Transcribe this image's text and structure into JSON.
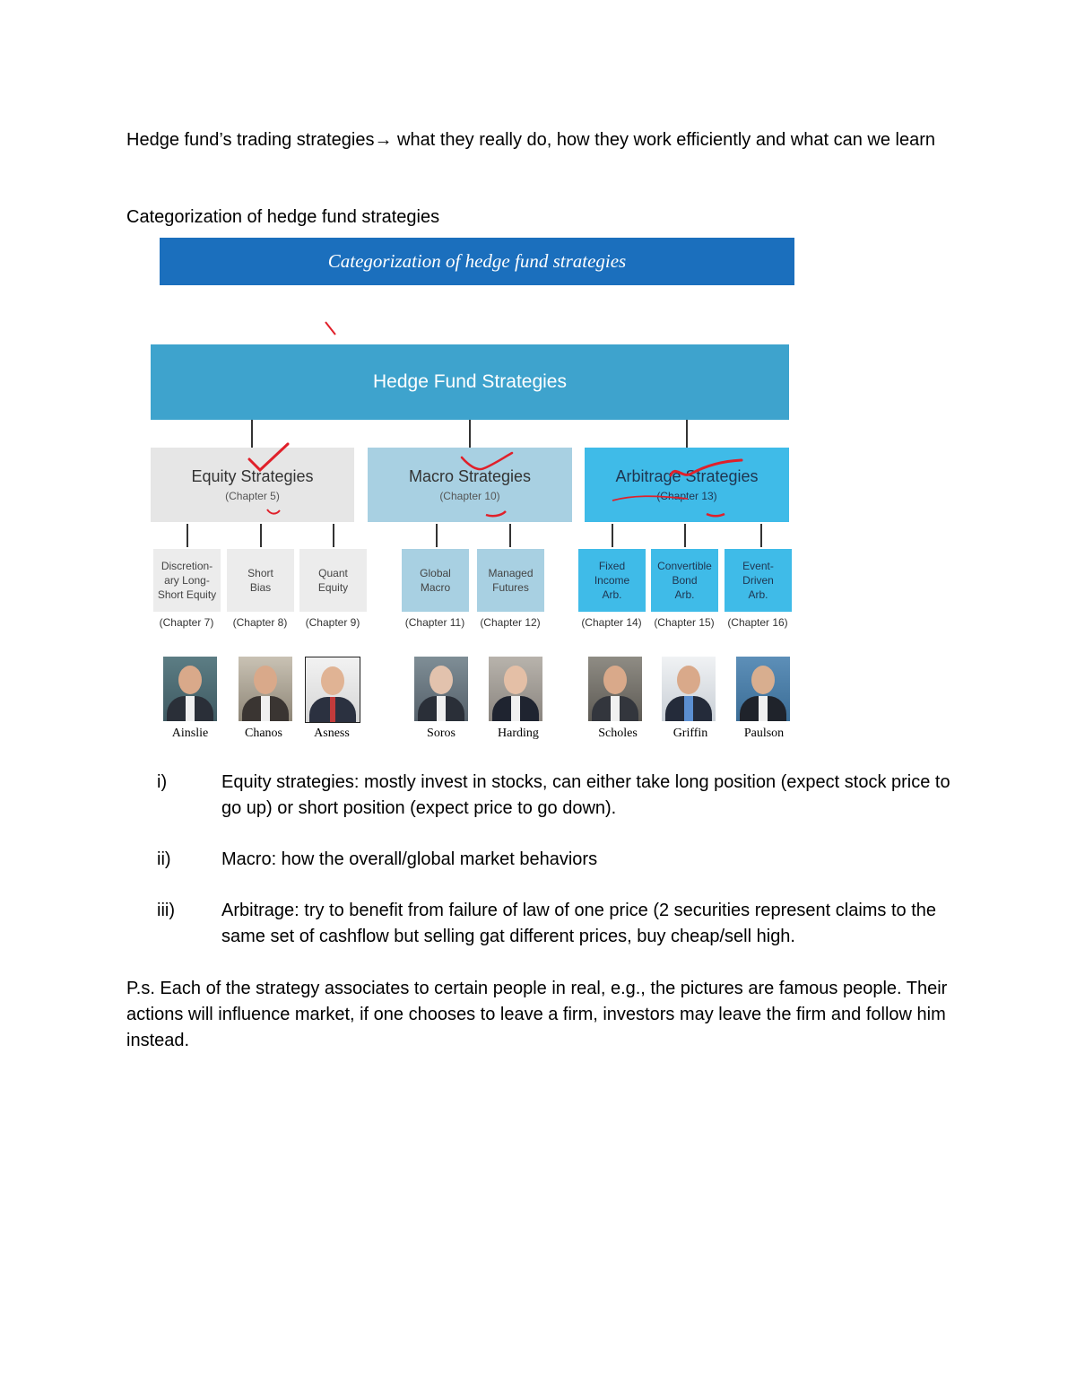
{
  "heading1": "Hedge fund’s trading strategies→ what they really do, how they work efficiently and what can we learn",
  "heading2": "Categorization of hedge fund strategies",
  "figure": {
    "banner": "Categorization of hedge fund strategies",
    "root": "Hedge Fund Strategies",
    "colors": {
      "banner": "#1b6fbd",
      "root": "#3ea3cd",
      "equity": "#e6e6e6",
      "macro": "#a8d0e2",
      "arbitrage": "#3fbbe8",
      "annotation": "#e0202a"
    },
    "categories": [
      {
        "name": "Equity Strategies",
        "chapter": "(Chapter 5)"
      },
      {
        "name": "Macro Strategies",
        "chapter": "(Chapter 10)"
      },
      {
        "name": "Arbitrage Strategies",
        "chapter": "(Chapter 13)"
      }
    ],
    "substrategies": [
      {
        "name": "Discretion-\nary Long-\nShort Equity",
        "chapter": "(Chapter 7)"
      },
      {
        "name": "Short\nBias",
        "chapter": "(Chapter 8)"
      },
      {
        "name": "Quant\nEquity",
        "chapter": "(Chapter 9)"
      },
      {
        "name": "Global\nMacro",
        "chapter": "(Chapter 11)"
      },
      {
        "name": "Managed\nFutures",
        "chapter": "(Chapter 12)"
      },
      {
        "name": "Fixed\nIncome\nArb.",
        "chapter": "(Chapter 14)"
      },
      {
        "name": "Convertible\nBond\nArb.",
        "chapter": "(Chapter 15)"
      },
      {
        "name": "Event-\nDriven\nArb.",
        "chapter": "(Chapter 16)"
      }
    ],
    "people": [
      "Ainslie",
      "Chanos",
      "Asness",
      "Soros",
      "Harding",
      "Scholes",
      "Griffin",
      "Paulson"
    ]
  },
  "list": [
    {
      "num": "i)",
      "text": "Equity strategies: mostly invest in stocks, can either take long position (expect stock price to go up) or short position (expect price to go down)."
    },
    {
      "num": "ii)",
      "text": "Macro: how the overall/global market behaviors"
    },
    {
      "num": "iii)",
      "text": "Arbitrage: try to benefit from failure of law of one price (2 securities represent claims to the same set of cashflow but selling gat different prices, buy cheap/sell high."
    }
  ],
  "note": "P.s. Each of the strategy associates to certain people in real, e.g., the pictures are famous people. Their actions will influence market, if one chooses to leave a firm, investors may leave the firm and follow him instead."
}
